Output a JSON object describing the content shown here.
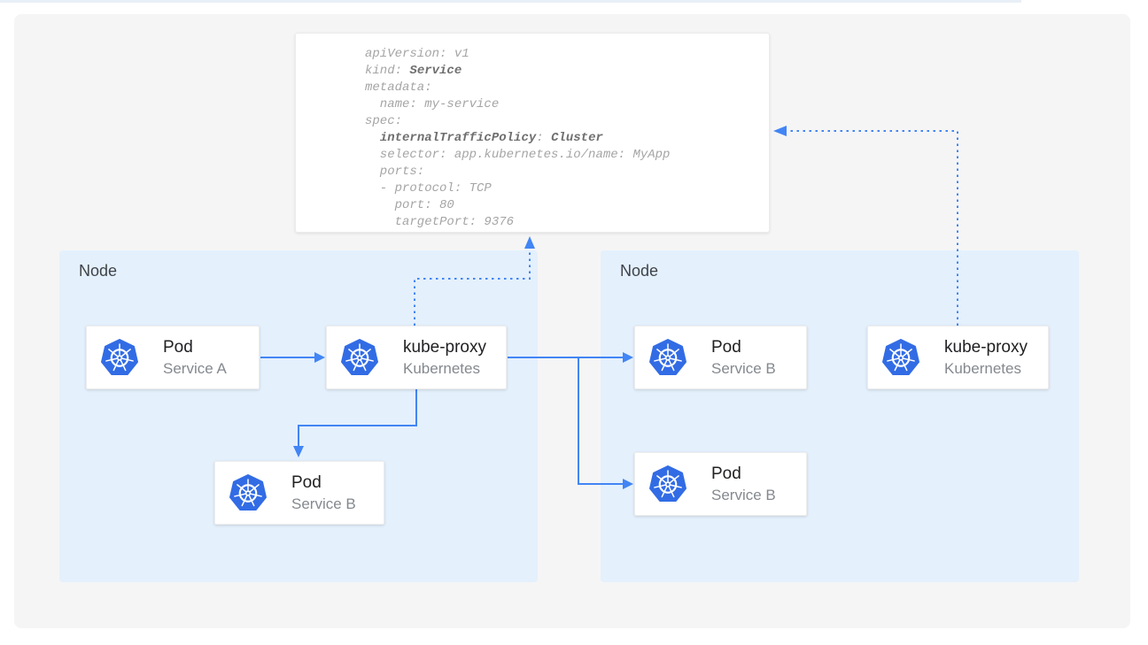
{
  "code_block": {
    "lines": [
      [
        {
          "t": "apiVersion: v1"
        }
      ],
      [
        {
          "t": "kind: "
        },
        {
          "t": "Service",
          "b": true
        }
      ],
      [
        {
          "t": "metadata:"
        }
      ],
      [
        {
          "t": "  name: my-service"
        }
      ],
      [
        {
          "t": "spec:"
        }
      ],
      [
        {
          "t": "  "
        },
        {
          "t": "internalTrafficPolicy",
          "b": true
        },
        {
          "t": ": "
        },
        {
          "t": "Cluster",
          "b": true
        }
      ],
      [
        {
          "t": "  selector: app.kubernetes.io/name: MyApp"
        }
      ],
      [
        {
          "t": "  ports:"
        }
      ],
      [
        {
          "t": "  - protocol: TCP"
        }
      ],
      [
        {
          "t": "    port: 80"
        }
      ],
      [
        {
          "t": "    targetPort: 9376"
        }
      ]
    ]
  },
  "nodes": [
    {
      "label": "Node",
      "cards": [
        {
          "title": "Pod",
          "subtitle": "Service A",
          "icon": "kubernetes-icon"
        },
        {
          "title": "kube-proxy",
          "subtitle": "Kubernetes",
          "icon": "kubernetes-icon"
        },
        {
          "title": "Pod",
          "subtitle": "Service B",
          "icon": "kubernetes-icon"
        }
      ]
    },
    {
      "label": "Node",
      "cards": [
        {
          "title": "Pod",
          "subtitle": "Service B",
          "icon": "kubernetes-icon"
        },
        {
          "title": "kube-proxy",
          "subtitle": "Kubernetes",
          "icon": "kubernetes-icon"
        },
        {
          "title": "Pod",
          "subtitle": "Service B",
          "icon": "kubernetes-icon"
        }
      ]
    }
  ],
  "colors": {
    "arrow_blue": "#4285f4",
    "node_fill": "#e4f0fc",
    "kubernetes_blue": "#326ce5",
    "panel_gray": "#f5f5f6",
    "code_text": "#a5a5a5",
    "code_text_bold": "#6f6f6f",
    "title_text": "#212124",
    "subtitle_text": "#84898f",
    "node_label_text": "#3f4349"
  }
}
